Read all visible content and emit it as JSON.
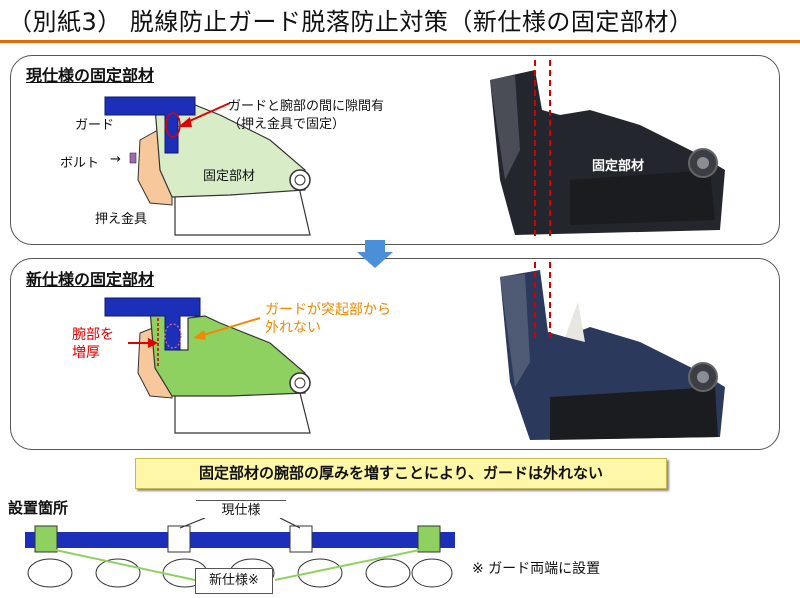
{
  "title": "（別紙3） 脱線防止ガード脱落防止対策（新仕様の固定部材）",
  "current_panel": {
    "heading": "現仕様の固定部材",
    "label_guard": "ガード",
    "label_bolt": "ボルト",
    "label_fixing": "固定部材",
    "label_holder": "押え金具",
    "callout_line1": "ガードと腕部の間に隙間有",
    "callout_line2": "（押え金具で固定）",
    "photo_label": "固定部材"
  },
  "new_panel": {
    "heading": "新仕様の固定部材",
    "arm_line1": "腕部を",
    "arm_line2": "増厚",
    "callout_line1": "ガードが突起部から",
    "callout_line2": "外れない"
  },
  "summary": "固定部材の腕部の厚みを増すことにより、ガードは外れない",
  "location": {
    "heading": "設置箇所",
    "current_label": "現仕様",
    "new_label": "新仕様※",
    "note": "※ ガード両端に設置"
  },
  "colors": {
    "accent_rule": "#e46c0a",
    "guard_blue": "#1c2fb8",
    "fixing_green": "#d8ecc8",
    "new_fixing_green": "#8fd160",
    "holder_orange": "#f7c89b",
    "arrow_blue": "#4a8fd8",
    "callout_red": "#e00000",
    "callout_orange": "#f08a00",
    "banner_yellow": "#fff7a8",
    "dashed_red": "#d40000"
  }
}
